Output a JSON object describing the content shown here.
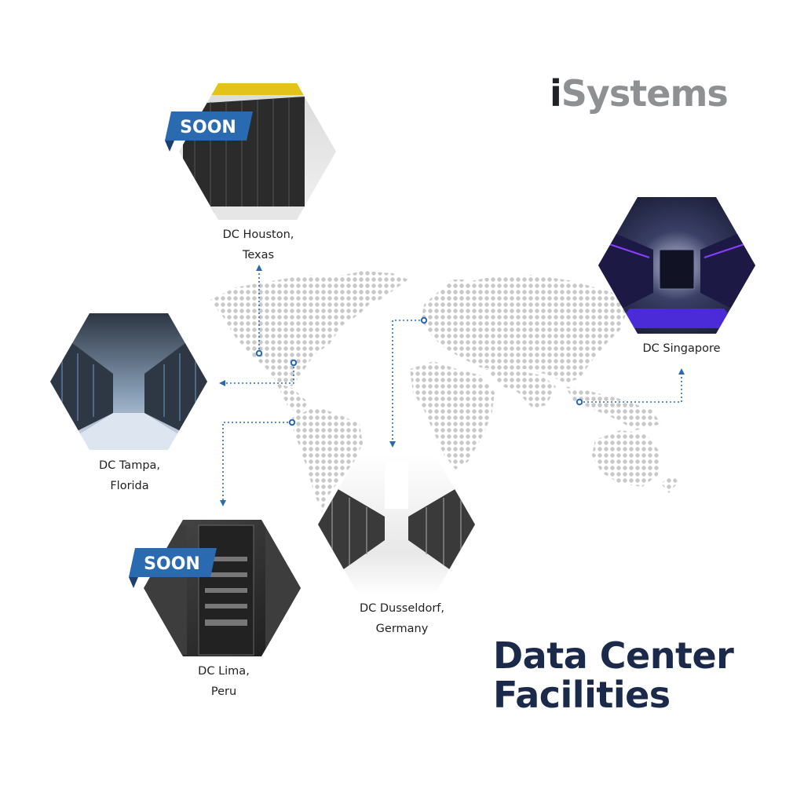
{
  "brand": {
    "logo_i": "i",
    "logo_rest": "Systems"
  },
  "headline": {
    "line1": "Data Center",
    "line2": "Facilities"
  },
  "badge_text": "SOON",
  "colors": {
    "brand_navy": "#1b2a4a",
    "accent_blue": "#2a6ab0",
    "map_dot": "#c8c8c8",
    "logo_gray": "#8f9093"
  },
  "locations": [
    {
      "id": "houston",
      "line1": "DC Houston,",
      "line2": "Texas",
      "soon": true,
      "theme": "yellow-racks"
    },
    {
      "id": "tampa",
      "line1": "DC Tampa,",
      "line2": "Florida",
      "soon": false,
      "theme": "blue-aisle"
    },
    {
      "id": "lima",
      "line1": "DC Lima,",
      "line2": "Peru",
      "soon": true,
      "theme": "dark-rack"
    },
    {
      "id": "dusseldorf",
      "line1": "DC Dusseldorf,",
      "line2": "Germany",
      "soon": false,
      "theme": "white-aisle"
    },
    {
      "id": "singapore",
      "line1": "DC Singapore",
      "line2": "",
      "soon": false,
      "theme": "purple-room"
    }
  ]
}
